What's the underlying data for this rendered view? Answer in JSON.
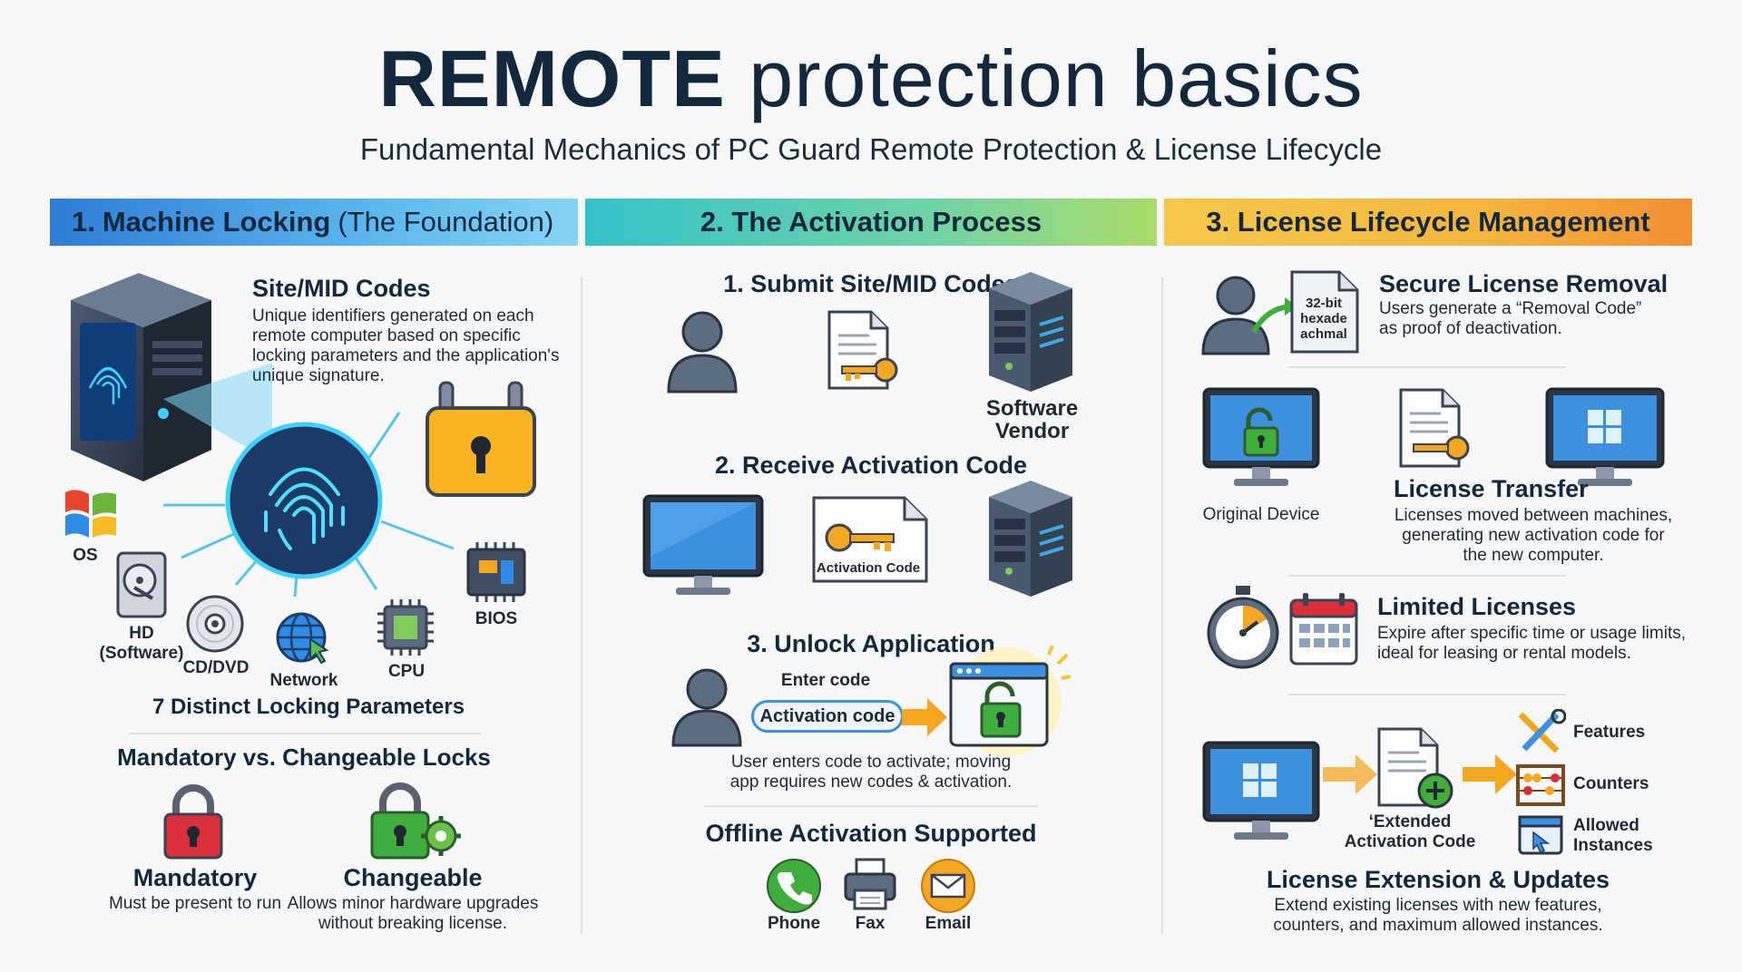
{
  "header": {
    "title_bold": "REMOTE",
    "title_rest": "protection basics",
    "subtitle": "Fundamental Mechanics of PC Guard Remote Protection & License Lifecycle"
  },
  "sections": [
    {
      "number": "1.",
      "title": "Machine Locking",
      "suffix": "(The Foundation)"
    },
    {
      "title": "2. The Activation Process"
    },
    {
      "title": "3. License Lifecycle Management"
    }
  ],
  "machine_locking": {
    "site_mid": {
      "title": "Site/MID Codes",
      "lines": [
        "Unique identifiers generated on each",
        "remote computer based on specific",
        "locking parameters and the application's",
        "unique signature."
      ]
    },
    "parameters": {
      "os": "OS",
      "hd_line1": "HD",
      "hd_line2": "(Software)",
      "cd": "CD/DVD",
      "network": "Network",
      "cpu": "CPU",
      "bios": "BIOS"
    },
    "parameters_caption": "7 Distinct Locking Parameters",
    "locks_title": "Mandatory vs. Changeable Locks",
    "mandatory": {
      "title": "Mandatory",
      "desc": "Must be present to run"
    },
    "changeable": {
      "title": "Changeable",
      "desc_line1": "Allows minor hardware upgrades",
      "desc_line2": "without breaking license."
    }
  },
  "activation": {
    "step1": {
      "title": "1. Submit Site/MID Codes",
      "vendor_line1": "Software",
      "vendor_line2": "Vendor"
    },
    "step2": {
      "title": "2. Receive Activation Code",
      "doc_label": "Activation Code"
    },
    "step3": {
      "title": "3. Unlock Application",
      "enter_code": "Enter code",
      "input_value": "Activation code",
      "desc_line1": "User enters code to activate; moving",
      "desc_line2": "app requires new codes & activation."
    },
    "offline": {
      "title": "Offline Activation Supported",
      "phone": "Phone",
      "fax": "Fax",
      "email": "Email"
    }
  },
  "lifecycle": {
    "removal": {
      "title": "Secure License Removal",
      "desc_line1": "Users generate a “Removal Code”",
      "desc_line2": "as proof of deactivation.",
      "doc_line1": "32-bit",
      "doc_line2": "hexade",
      "doc_line3": "achmal"
    },
    "transfer": {
      "original_device": "Original Device",
      "title": "License Transfer",
      "desc_line1": "Licenses moved between machines,",
      "desc_line2": "generating new activation code for",
      "desc_line3": "the new computer."
    },
    "limited": {
      "title": "Limited Licenses",
      "desc_line1": "Expire after specific time or usage limits,",
      "desc_line2": "ideal for leasing or rental models."
    },
    "extension": {
      "doc_line1": "‘Extended",
      "doc_line2": "Activation Code",
      "features": "Features",
      "counters": "Counters",
      "allowed_line1": "Allowed",
      "allowed_line2": "Instances",
      "title": "License Extension & Updates",
      "desc_line1": "Extend existing licenses with new features,",
      "desc_line2": "counters, and maximum allowed instances."
    }
  },
  "colors": {
    "navy": "#13283d",
    "band1": "#2f7bd6",
    "band2": "#33c2c9",
    "band3": "#f28e33",
    "accent_orange": "#f5a623",
    "lock_red": "#d9303b",
    "lock_green": "#3fae3a",
    "monitor_blue": "#3d8fe0"
  }
}
